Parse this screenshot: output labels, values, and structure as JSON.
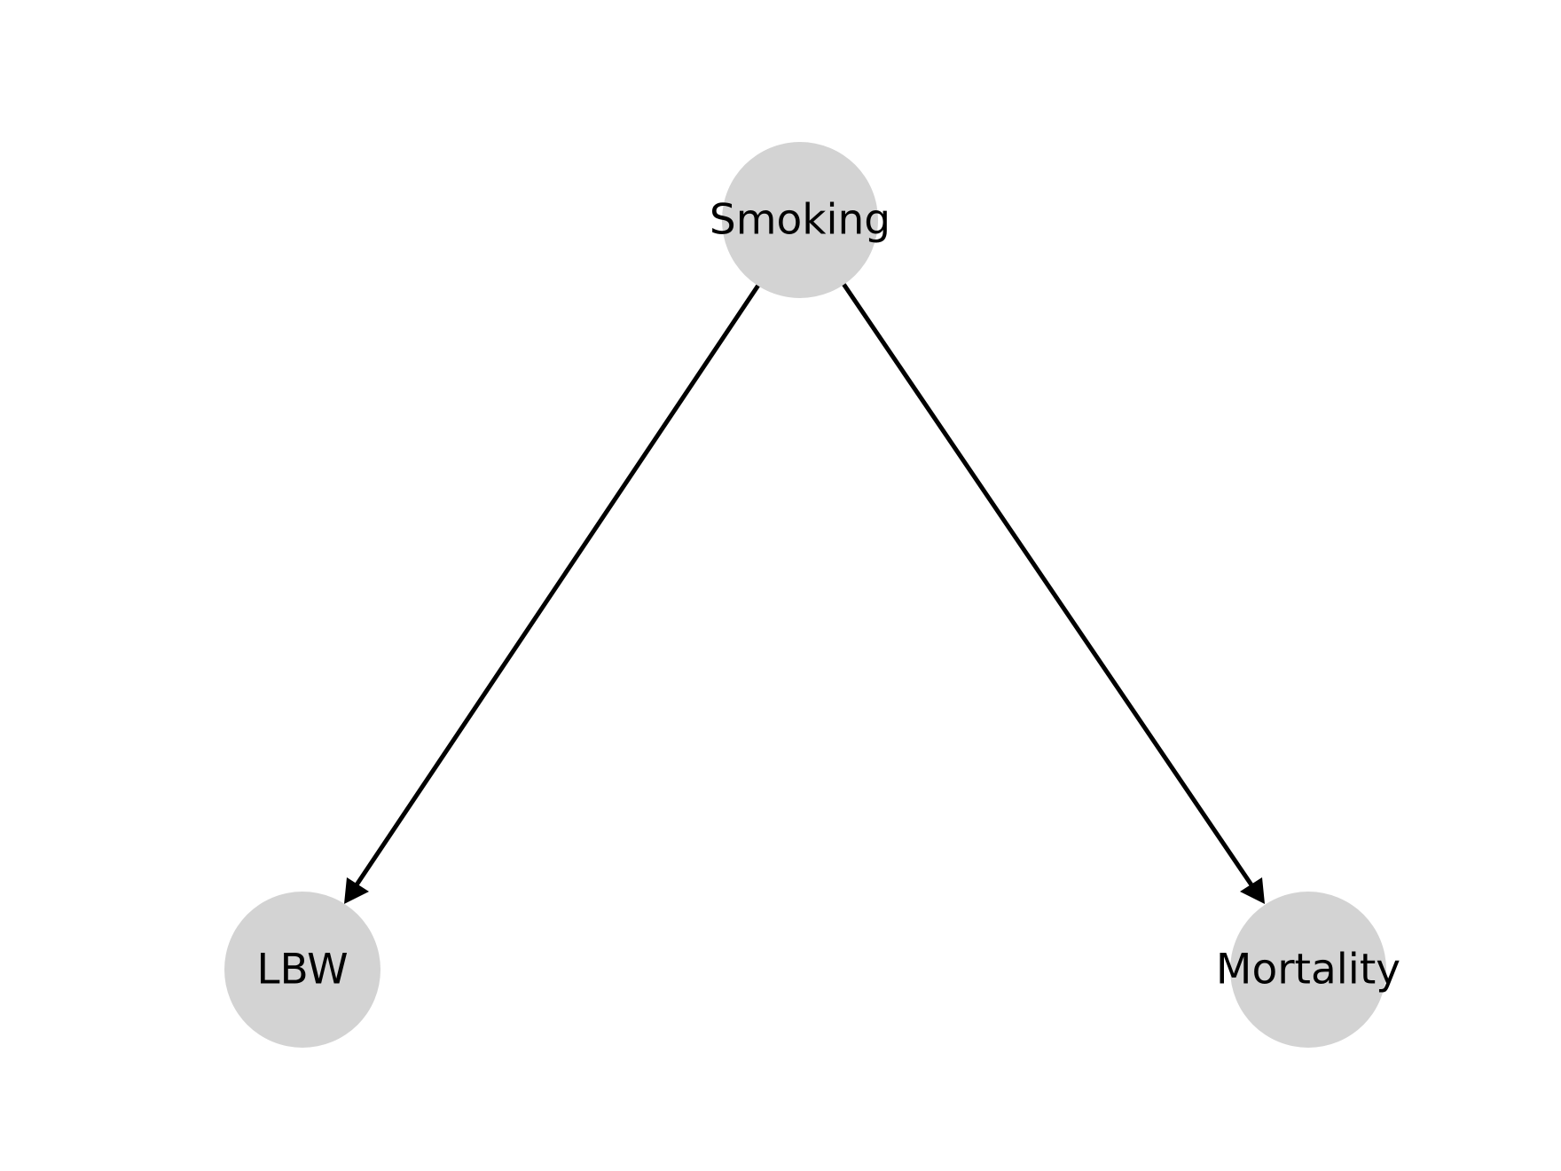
{
  "diagram": {
    "type": "directed-graph",
    "node_fill": "#d3d3d3",
    "edge_color": "#000000",
    "label_color": "#000000",
    "nodes": [
      {
        "id": "smoking",
        "label": "Smoking"
      },
      {
        "id": "lbw",
        "label": "LBW"
      },
      {
        "id": "mortality",
        "label": "Mortality"
      }
    ],
    "edges": [
      {
        "from": "smoking",
        "to": "lbw"
      },
      {
        "from": "smoking",
        "to": "mortality"
      }
    ]
  }
}
